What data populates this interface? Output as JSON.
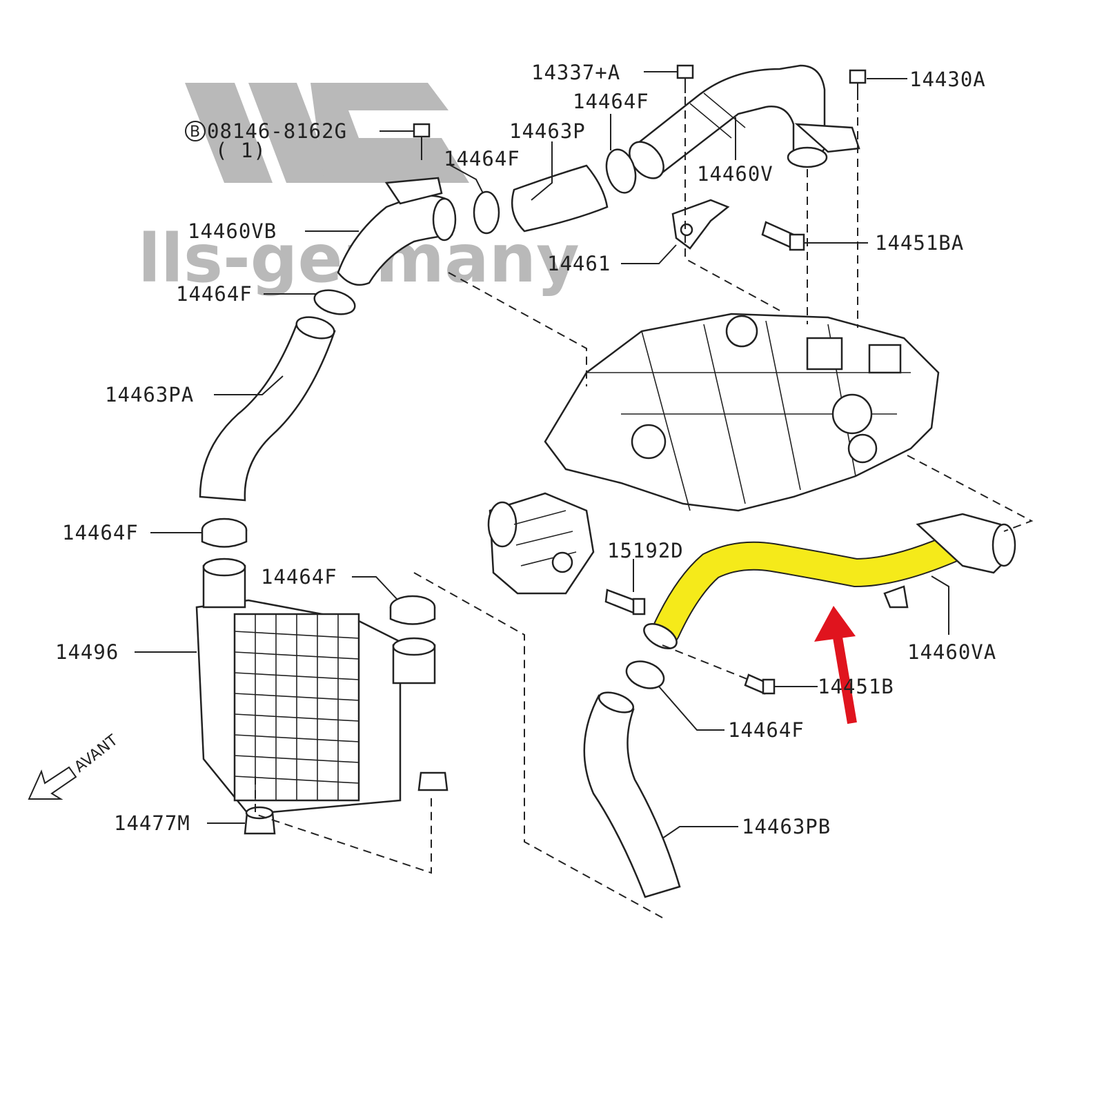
{
  "watermark": {
    "text": "lls-germany",
    "logo": "LLS monogram"
  },
  "callouts": {
    "c14337A": "14337+A",
    "c14430A": "14430A",
    "c14464F_top": "14464F",
    "c08146": "08146-8162G",
    "c08146_qty": "( 1)",
    "c08146_marker": "B",
    "c14463P": "14463P",
    "c14464F_mid": "14464F",
    "c14460V": "14460V",
    "c14460VB": "14460VB",
    "c14451BA": "14451BA",
    "c14461": "14461",
    "c14464F_left": "14464F",
    "c14463PA": "14463PA",
    "c14464F_low": "14464F",
    "c15192D": "15192D",
    "c14464F_cool": "14464F",
    "c14496": "14496",
    "c14460VA": "14460VA",
    "c14451B": "14451B",
    "c14464F_bottom": "14464F",
    "c14477M": "14477M",
    "c14463PB": "14463PB"
  },
  "direction": {
    "label": "AVANT"
  },
  "highlight": {
    "part": "14460VA",
    "color": "#f5ea1a",
    "arrow_color": "#e0141e"
  }
}
